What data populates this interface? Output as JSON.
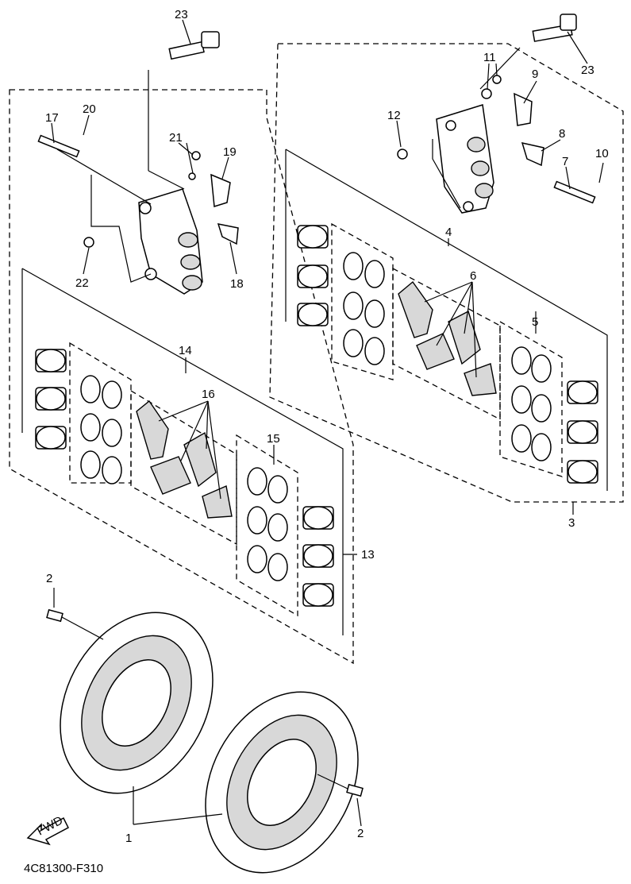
{
  "diagram": {
    "drawing_code": "4C81300-F310",
    "fwd_label": "FWD",
    "callouts": [
      "1",
      "2",
      "2",
      "3",
      "4",
      "5",
      "6",
      "7",
      "8",
      "9",
      "10",
      "11",
      "12",
      "13",
      "14",
      "15",
      "16",
      "17",
      "18",
      "19",
      "20",
      "21",
      "22",
      "23",
      "23"
    ]
  }
}
